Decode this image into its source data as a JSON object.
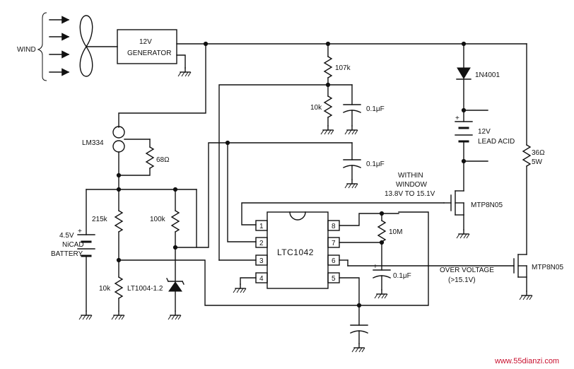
{
  "labels": {
    "wind": "WIND",
    "generator_line1": "12V",
    "generator_line2": "GENERATOR",
    "r_107k": "107k",
    "r_10k_top": "10k",
    "c_01_top": "0.1μF",
    "diode": "1N4001",
    "battery_12v_line1": "12V",
    "battery_12v_line2": "LEAD ACID",
    "lm334": "LM334",
    "r_68": "68Ω",
    "c_01_mid": "0.1μF",
    "r_36_line1": "36Ω",
    "r_36_line2": "5W",
    "within_line1": "WITHIN",
    "within_line2": "WINDOW",
    "within_line3": "13.8V TO 15.1V",
    "mosfet1": "MTP8N05",
    "r_215k": "215k",
    "r_100k": "100k",
    "nicad_line1": "4.5V",
    "nicad_line2": "NiCAD",
    "nicad_line3": "BATTERY",
    "ic": "LTC1042",
    "r_10m": "10M",
    "c_01_right": "0.1μF",
    "over_line1": "OVER VOLTAGE",
    "over_line2": "(>15.1V)",
    "mosfet2": "MTP8N05",
    "r_10k_bottom": "10k",
    "ref": "LT1004-1.2",
    "plus_nicad": "+",
    "plus_lead": "+",
    "plus_cap": "+",
    "pin1": "1",
    "pin2": "2",
    "pin3": "3",
    "pin4": "4",
    "pin5": "5",
    "pin6": "6",
    "pin7": "7",
    "pin8": "8",
    "watermark": "www.55dianzi.com"
  }
}
